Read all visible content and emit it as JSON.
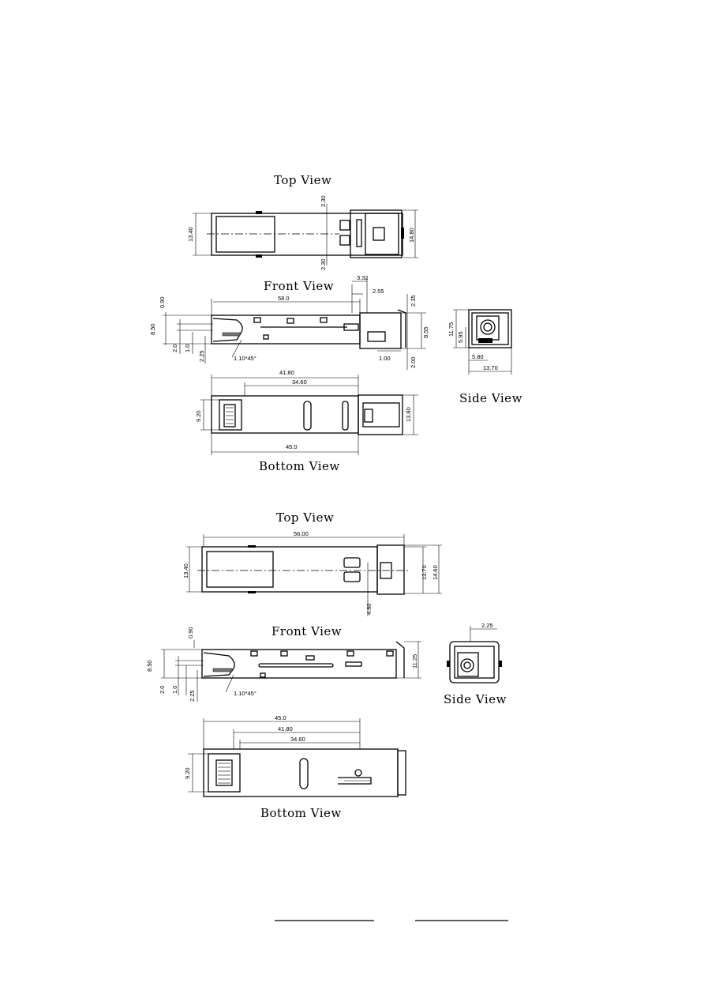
{
  "drawings": [
    {
      "top_view": {
        "title": "Top View",
        "dims": [
          "2.30",
          "13.40",
          "14.80",
          "2.30"
        ]
      },
      "front_view": {
        "title": "Front View",
        "dims": [
          "3.32",
          "2.55",
          "58.0",
          "0.90",
          "2.35",
          "8.50",
          "8.55",
          "2.0",
          "1.0",
          "2.25",
          "1.00",
          "2.00",
          "1.10*45°"
        ]
      },
      "side_view": {
        "title": "Side View",
        "dims": [
          "11.75",
          "5.95",
          "5.80",
          "13.70"
        ]
      },
      "bottom_view": {
        "title": "Bottom   View",
        "dims": [
          "41.80",
          "34.60",
          "9.20",
          "13.80",
          "45.0"
        ]
      }
    },
    {
      "top_view": {
        "title": "Top  View",
        "dims": [
          "56.00",
          "13.40",
          "13.70",
          "14.60",
          "4.60"
        ]
      },
      "front_view": {
        "title": "Front  View",
        "dims": [
          "0.90",
          "8.50",
          "11.25",
          "2.0",
          "1.0",
          "2.25",
          "1.10*45°"
        ]
      },
      "side_view": {
        "title": "Side  View",
        "dims": [
          "2.25"
        ]
      },
      "bottom_view": {
        "title": "Bottom    View",
        "dims": [
          "45.0",
          "41.80",
          "34.60",
          "9.20"
        ]
      }
    }
  ]
}
